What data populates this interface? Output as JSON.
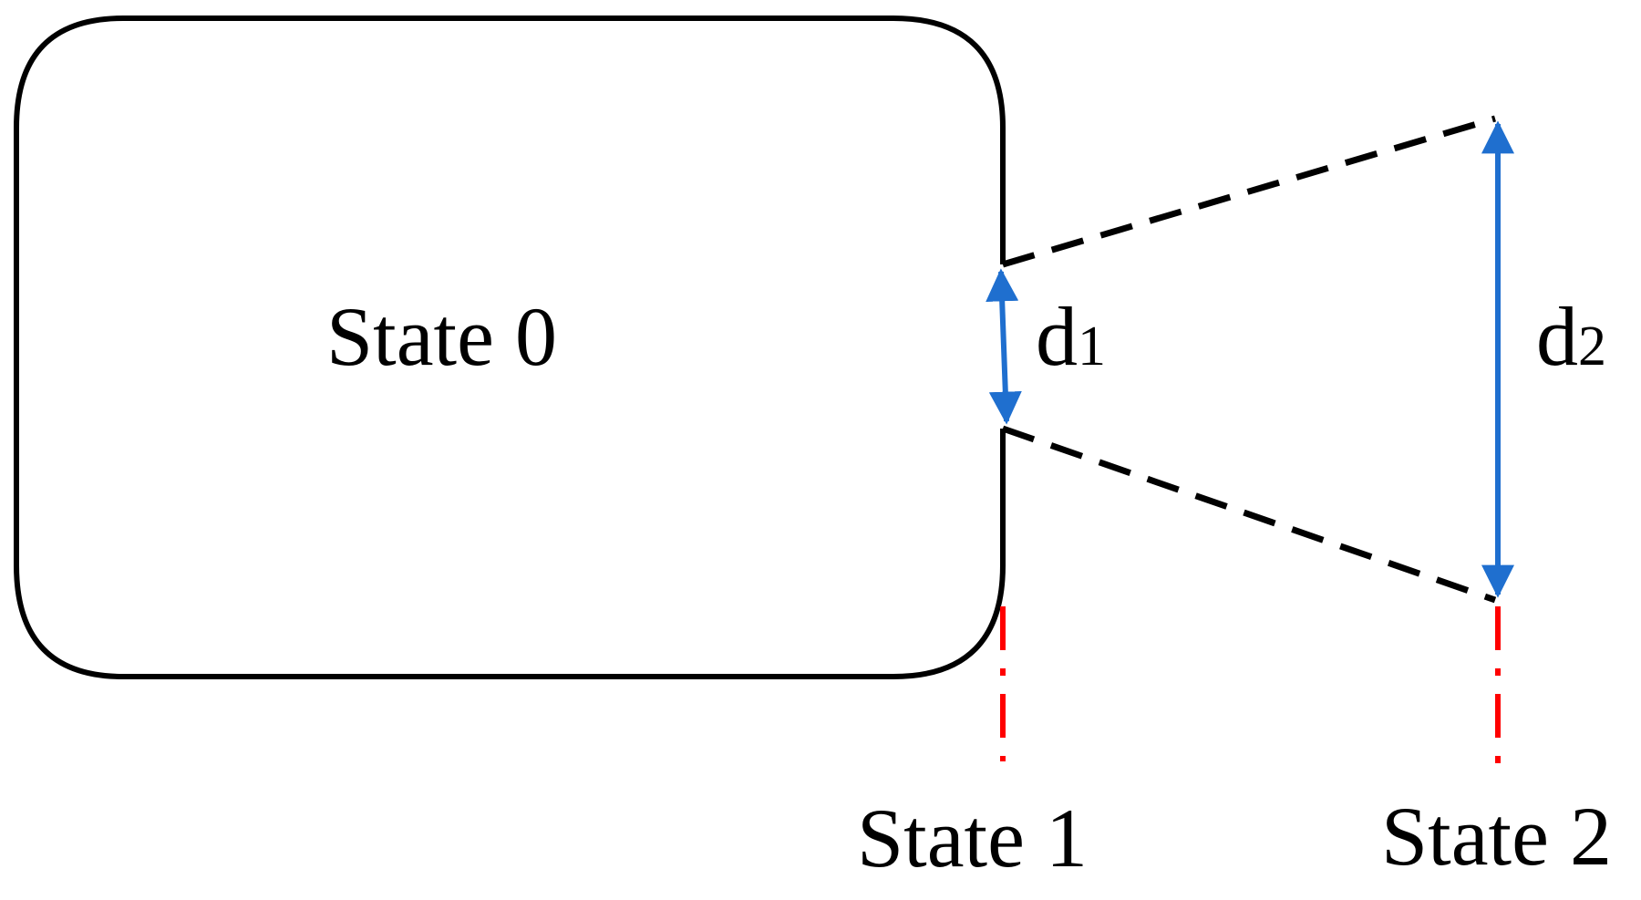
{
  "labels": {
    "state0": "State 0",
    "state1": "State 1",
    "state2": "State 2",
    "d1_main": "d",
    "d1_sub": "1",
    "d2_main": "d",
    "d2_sub": "2"
  },
  "colors": {
    "outline": "#000000",
    "arrow": "#1f6fcf",
    "marker": "#ff0000",
    "background": "#ffffff"
  }
}
